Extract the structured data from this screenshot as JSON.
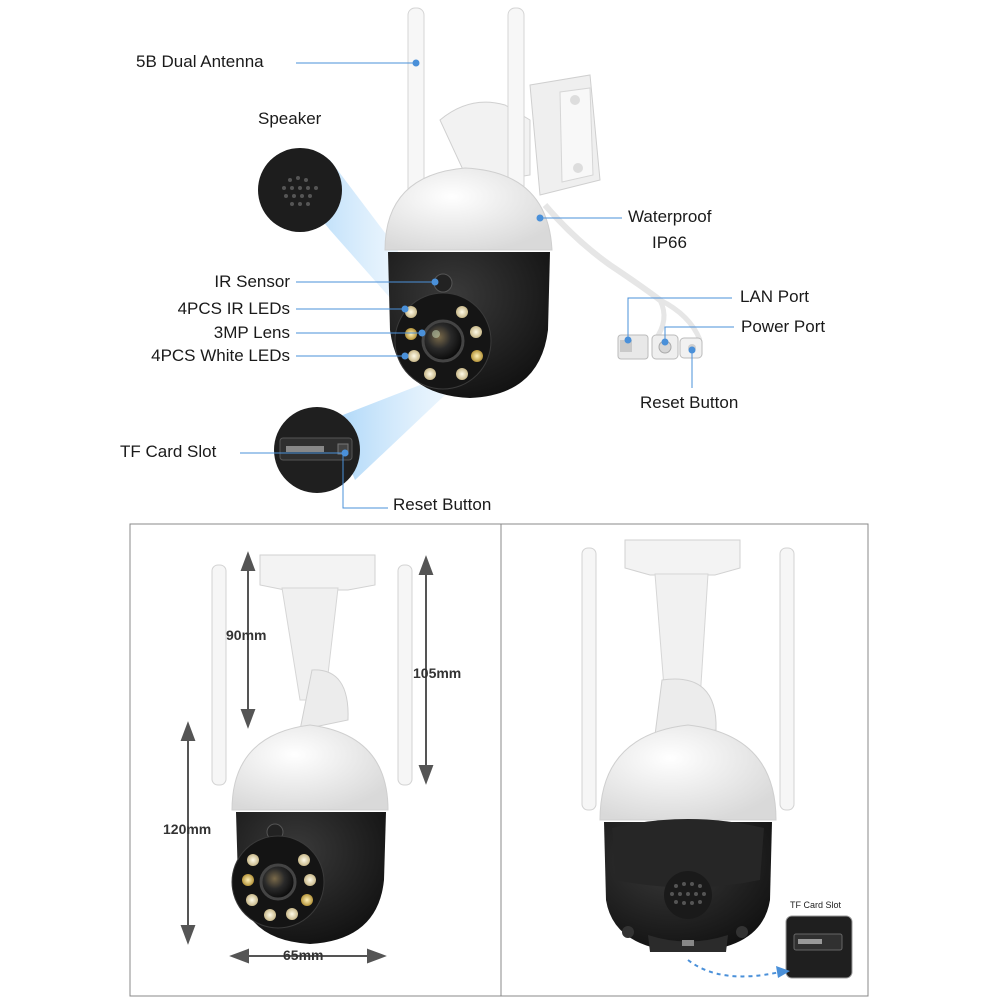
{
  "callouts": {
    "antenna": "5B Dual Antenna",
    "speaker": "Speaker",
    "waterproof_line1": "Waterproof",
    "waterproof_line2": "IP66",
    "ir_sensor": "IR Sensor",
    "ir_leds": "4PCS IR LEDs",
    "lens": "3MP Lens",
    "white_leds": "4PCS White LEDs",
    "lan_port": "LAN Port",
    "power_port": "Power Port",
    "reset_button_cable": "Reset Button",
    "tf_card_slot": "TF Card Slot",
    "reset_button_bottom": "Reset Button"
  },
  "dimensions": {
    "bracket_height": "90mm",
    "antenna_height": "105mm",
    "body_height": "120mm",
    "body_width": "65mm"
  },
  "rear_view": {
    "tf_card_slot": "TF Card Slot"
  },
  "colors": {
    "leader_line": "#4a90d9",
    "highlight_beam": "#bfe0fb",
    "camera_white": "#f4f4f4",
    "camera_black": "#1c1c1c",
    "dimension_arrow": "#555555"
  }
}
